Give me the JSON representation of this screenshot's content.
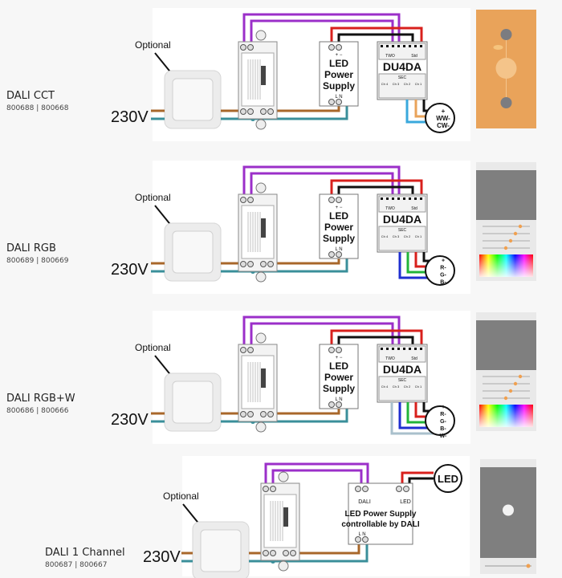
{
  "rows": [
    {
      "title": "DALI CCT",
      "codes": "800688 | 800668",
      "optional": "Optional",
      "voltage": "230V",
      "psu": [
        "LED",
        "Power",
        "Supply"
      ],
      "psu_terminals": [
        "+  −",
        "L  N"
      ],
      "controller": "DU4DA",
      "controller_sub": "SEC",
      "controller_groups": [
        "TWO",
        "Std"
      ],
      "channels": [
        "Ch 4",
        "Ch 3",
        "Ch 2",
        "Ch 1"
      ],
      "output_labels": [
        "+",
        "WW-",
        "CW-"
      ],
      "app_theme": "orange"
    },
    {
      "title": "DALI RGB",
      "codes": "800689 | 800669",
      "optional": "Optional",
      "voltage": "230V",
      "psu": [
        "LED",
        "Power",
        "Supply"
      ],
      "psu_terminals": [
        "+  −",
        "L  N"
      ],
      "controller": "DU4DA",
      "controller_sub": "SEC",
      "controller_groups": [
        "TWO",
        "Std"
      ],
      "channels": [
        "Ch 4",
        "Ch 3",
        "Ch 2",
        "Ch 1"
      ],
      "output_labels": [
        "+",
        "R-",
        "G-",
        "B-"
      ],
      "app_theme": "gray-colorwheel"
    },
    {
      "title": "DALI RGB+W",
      "codes": "800686 | 800666",
      "optional": "Optional",
      "voltage": "230V",
      "psu": [
        "LED",
        "Power",
        "Supply"
      ],
      "psu_terminals": [
        "+  −",
        "L  N"
      ],
      "controller": "DU4DA",
      "controller_sub": "SEC",
      "controller_groups": [
        "TWO",
        "Std"
      ],
      "channels": [
        "Ch 4",
        "Ch 3",
        "Ch 2",
        "Ch 1"
      ],
      "output_labels": [
        "+",
        "R-",
        "G-",
        "B-",
        "W-"
      ],
      "app_theme": "gray-colorwheel"
    },
    {
      "title": "DALI 1 Channel",
      "codes": "800687 | 800667",
      "optional": "Optional",
      "voltage": "230V",
      "psu": [
        "LED Power Supply",
        "controllable by DALI"
      ],
      "psu_terminals": [
        "DALI",
        "LED",
        "L  N"
      ],
      "output_labels": [
        "LED"
      ],
      "app_theme": "gray"
    }
  ],
  "colors": {
    "purple": "#9b2fc9",
    "red": "#d8201c",
    "black": "#111111",
    "brown": "#a8672a",
    "teal": "#3a8f9a",
    "orange_app": "#e9a35a",
    "gray_app": "#7f7f7f",
    "blue": "#1f2fd0",
    "green": "#22b43a",
    "lightblue": "#3aa8dc",
    "gray_wire": "#a9c0cc"
  }
}
